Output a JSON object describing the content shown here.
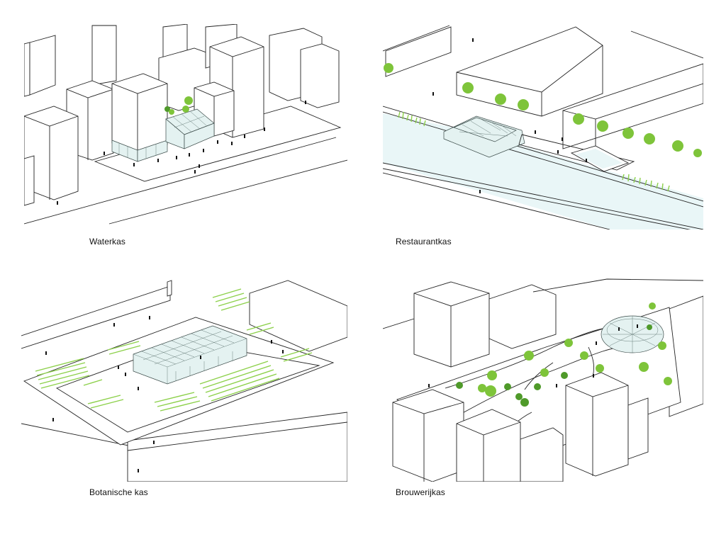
{
  "panels": [
    {
      "id": "waterkas",
      "caption": "Waterkas"
    },
    {
      "id": "restaurantkas",
      "caption": "Restaurantkas"
    },
    {
      "id": "botanische-kas",
      "caption": "Botanische kas"
    },
    {
      "id": "brouwerijkas",
      "caption": "Brouwerijkas"
    }
  ],
  "colors": {
    "line": "#222222",
    "glass": "#e4f2f1",
    "water": "#e9f6f7",
    "vegetation": "#7ec43a"
  }
}
